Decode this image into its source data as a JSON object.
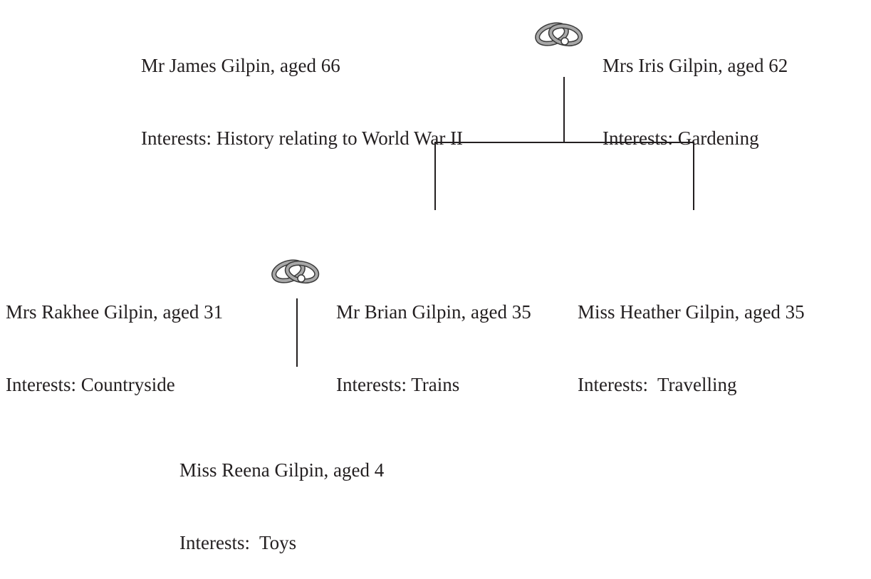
{
  "people": {
    "james": {
      "name": "Mr James Gilpin, aged 66",
      "interests": "Interests: History relating to World War II"
    },
    "iris": {
      "name": "Mrs Iris Gilpin, aged 62",
      "interests": "Interests: Gardening"
    },
    "rakhee": {
      "name": "Mrs Rakhee Gilpin, aged 31",
      "interests": "Interests: Countryside"
    },
    "brian": {
      "name": "Mr Brian Gilpin, aged 35",
      "interests": "Interests: Trains"
    },
    "heather": {
      "name": "Miss Heather Gilpin, aged 35",
      "interests": "Interests:  Travelling"
    },
    "reena": {
      "name": "Miss Reena Gilpin, aged 4",
      "interests": "Interests:  Toys"
    }
  },
  "icons": {
    "marriage": "wedding-rings-icon"
  },
  "colors": {
    "text": "#231f20",
    "lines": "#231f20",
    "rings_fill": "#9a9a9a",
    "rings_stroke": "#3a3a3a"
  }
}
